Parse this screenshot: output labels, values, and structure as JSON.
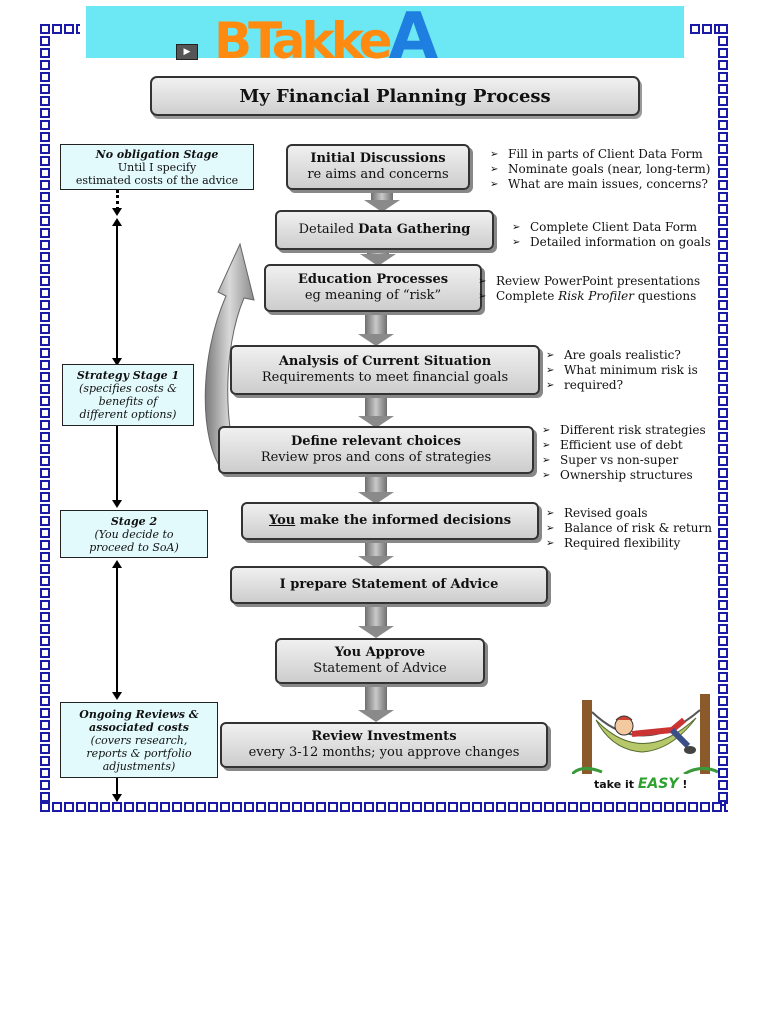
{
  "logo": {
    "letters_orange": "BTakke",
    "letter_blue": "A"
  },
  "title": "My Financial Planning Process",
  "steps": [
    {
      "l1": "Initial Discussions",
      "l2": "re aims and concerns"
    },
    {
      "l1a": "Detailed ",
      "l1b": "Data Gathering"
    },
    {
      "l1": "Education Processes",
      "l2": "eg meaning of “risk”"
    },
    {
      "l1": "Analysis of Current Situation",
      "l2": "Requirements to meet financial goals"
    },
    {
      "l1": "Define relevant choices",
      "l2": "Review pros and cons of strategies"
    },
    {
      "l1a": "You",
      "l1b": " make the informed decisions"
    },
    {
      "l1": "I prepare Statement of Advice"
    },
    {
      "l1": "You Approve",
      "l2": "Statement of Advice"
    },
    {
      "l1": "Review Investments",
      "l2": "every 3-12 months; you approve changes"
    }
  ],
  "notes": {
    "initial": [
      "Fill in parts of Client Data Form",
      "Nominate goals (near, long-term)",
      "What are main issues, concerns?"
    ],
    "gathering": [
      "Complete Client Data Form",
      "Detailed information on goals"
    ],
    "education": {
      "a": "Review PowerPoint presentations",
      "b1": "Complete ",
      "b2": "Risk Profiler",
      "b3": " questions"
    },
    "analysis": [
      "Are goals realistic?",
      "What minimum risk is",
      "required?"
    ],
    "choices": [
      "Different risk strategies",
      "Efficient use of debt",
      "Super vs non-super",
      "Ownership structures"
    ],
    "decisions": [
      "Revised goals",
      "Balance of risk & return",
      "Required flexibility"
    ]
  },
  "stages": {
    "no_obligation": {
      "h": "No obligation Stage",
      "l2": "Until I specify",
      "l3": "estimated costs of the advice"
    },
    "strategy": {
      "h": "Strategy Stage 1",
      "l2": "(specifies costs &",
      "l3": "benefits of",
      "l4": "different options)"
    },
    "stage2": {
      "h": "Stage 2",
      "l2": "(You decide to",
      "l3": "proceed to SoA)"
    },
    "ongoing": {
      "h1": "Ongoing Reviews &",
      "h2": "associated costs",
      "l3": "(covers research,",
      "l4": "reports & portfolio",
      "l5": "adjustments)"
    }
  },
  "cartoon": {
    "take": "take it ",
    "easy": "EASY",
    "bang": " !"
  },
  "colors": {
    "banner": "#6be8f4",
    "stage_fill": "#e2fafc",
    "border_chain": "#1a1aa6",
    "box_fill": "#dcdcdc"
  }
}
